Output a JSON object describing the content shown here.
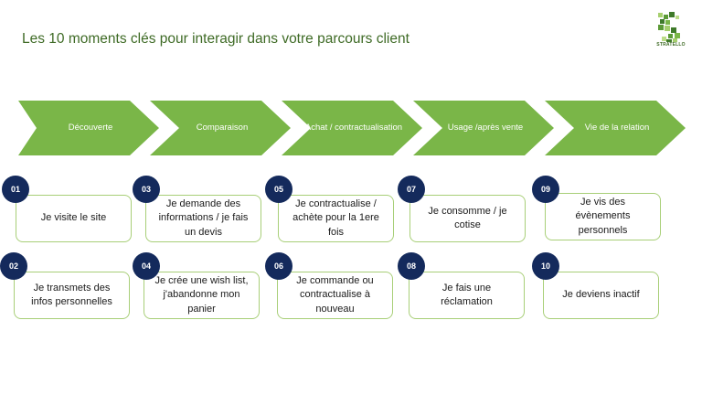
{
  "title": "Les 10 moments clés pour interagir dans votre parcours client",
  "logo": {
    "text": "STRATELLO"
  },
  "colors": {
    "chevron": "#7ab648",
    "badge": "#142a5c",
    "card_border": "#a8cf78",
    "title": "#3f6b26"
  },
  "stages": [
    {
      "label": "Découverte"
    },
    {
      "label": "Comparaison"
    },
    {
      "label": "Achat / contractualisation"
    },
    {
      "label": "Usage /après vente"
    },
    {
      "label": "Vie de la relation"
    }
  ],
  "moments": [
    {
      "num": "01",
      "text": "Je visite le site"
    },
    {
      "num": "02",
      "text": "Je transmets des infos personnelles"
    },
    {
      "num": "03",
      "text": "Je demande des informations / je fais un devis"
    },
    {
      "num": "04",
      "text": "Je crée une wish list, j'abandonne mon panier"
    },
    {
      "num": "05",
      "text": "Je contractualise / achète pour la 1ere fois"
    },
    {
      "num": "06",
      "text": "Je commande ou contractualise à nouveau"
    },
    {
      "num": "07",
      "text": "Je consomme / je cotise"
    },
    {
      "num": "08",
      "text": "Je fais une réclamation"
    },
    {
      "num": "09",
      "text": "Je vis des évènements personnels"
    },
    {
      "num": "10",
      "text": "Je deviens inactif"
    }
  ]
}
